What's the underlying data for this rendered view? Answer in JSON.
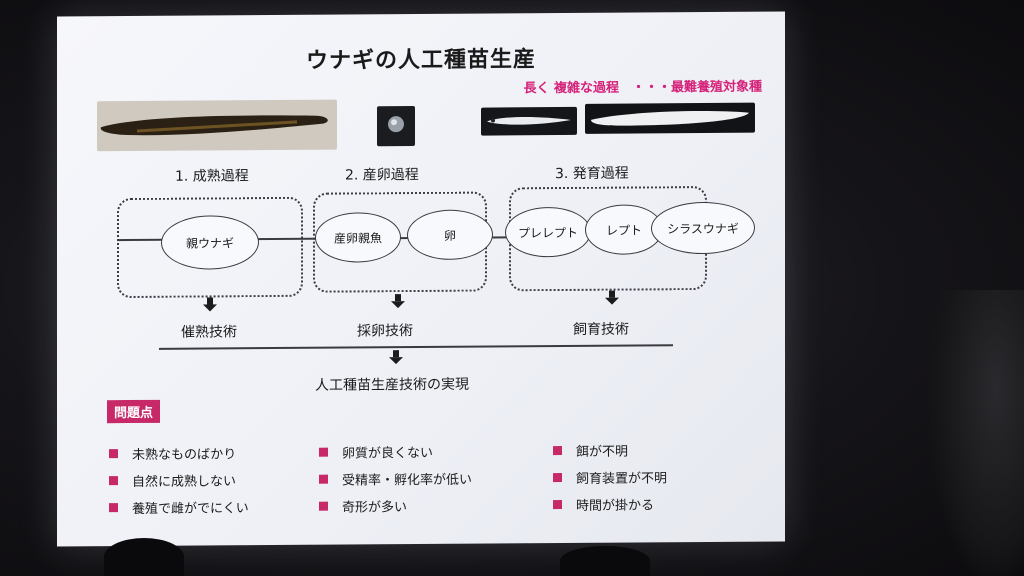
{
  "slide": {
    "title": "ウナギの人工種苗生産",
    "subtitle": "長く 複雑な過程　・・・最難養殖対象種"
  },
  "images": [
    "adult-eel-photo",
    "egg-photo",
    "leptocephalus-photo",
    "glass-eel-photo"
  ],
  "steps": [
    "1. 成熟過程",
    "2. 産卵過程",
    "3. 発育過程"
  ],
  "nodes": {
    "oya_unagi": "親ウナギ",
    "sanran_oyauo": "産卵親魚",
    "tamago": "卵",
    "pre_lepto": "プレレプト",
    "lepto": "レプト",
    "shirasu": "シラスウナギ"
  },
  "techniques": [
    "催熟技術",
    "採卵技術",
    "飼育技術"
  ],
  "result": "人工種苗生産技術の実現",
  "problems_label": "問題点",
  "problems": [
    [
      "未熟なものばかり",
      "自然に成熟しない",
      "養殖で雌がでにくい"
    ],
    [
      "卵質が良くない",
      "受精率・孵化率が低い",
      "奇形が多い"
    ],
    [
      "餌が不明",
      "飼育装置が不明",
      "時間が掛かる"
    ]
  ],
  "colors": {
    "accent": "#c62868",
    "subtitle": "#d6227a",
    "screen": "#f3f4f8"
  }
}
